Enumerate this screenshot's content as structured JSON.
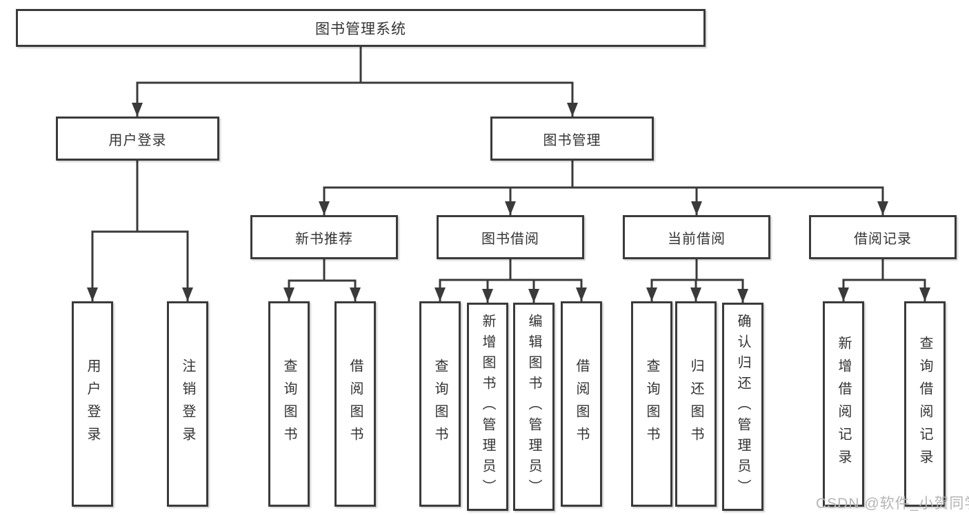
{
  "root": {
    "label": "图书管理系统"
  },
  "user_login": {
    "label": "用户登录",
    "children": [
      {
        "label": "用户登录"
      },
      {
        "label": "注销登录"
      }
    ]
  },
  "book_mgmt": {
    "label": "图书管理"
  },
  "new_books": {
    "label": "新书推荐",
    "children": [
      {
        "label": "查询图书"
      },
      {
        "label": "借阅图书"
      }
    ]
  },
  "book_borrow": {
    "label": "图书借阅",
    "children": [
      {
        "label": "查询图书"
      },
      {
        "label": "新增图书（管理员）"
      },
      {
        "label": "编辑图书（管理员）"
      },
      {
        "label": "借阅图书"
      }
    ]
  },
  "current_borrow": {
    "label": "当前借阅",
    "children": [
      {
        "label": "查询图书"
      },
      {
        "label": "归还图书"
      },
      {
        "label": "确认归还（管理员）"
      }
    ]
  },
  "borrow_records": {
    "label": "借阅记录",
    "children": [
      {
        "label": "新增借阅记录"
      },
      {
        "label": "查询借阅记录"
      }
    ]
  },
  "watermark": {
    "text": "CSDN @软件_小贺同学"
  },
  "colors": {
    "line": "#3a3a3a",
    "text": "#333333",
    "box_bg": "#ffffff",
    "watermark": "#b5b5b5"
  }
}
